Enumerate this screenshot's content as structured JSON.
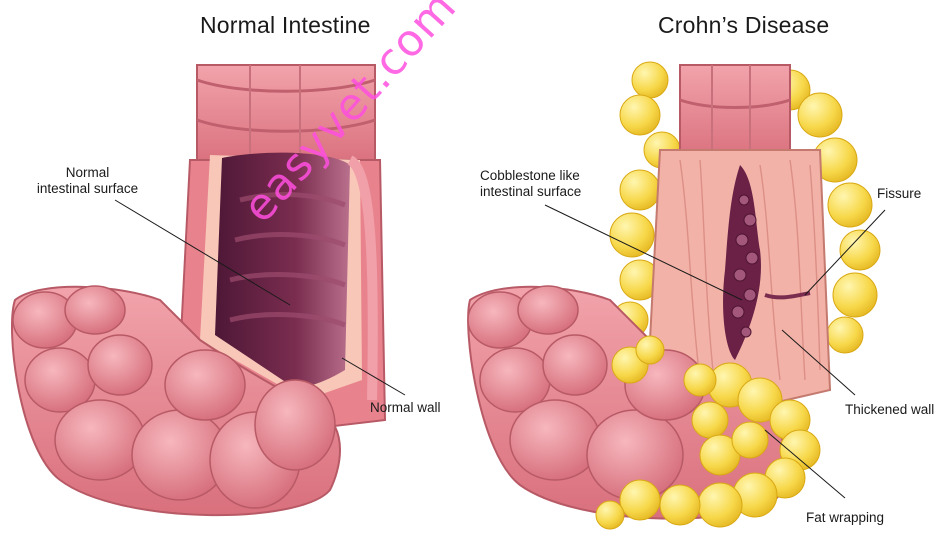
{
  "panels": {
    "left": {
      "title": "Normal Intestine",
      "labels": {
        "surface": [
          "Normal",
          "intestinal surface"
        ],
        "wall": "Normal wall"
      }
    },
    "right": {
      "title": "Crohn’s Disease",
      "labels": {
        "surface": [
          "Cobblestone like",
          "intestinal surface"
        ],
        "fissure": "Fissure",
        "wall": "Thickened wall",
        "fat": "Fat wrapping"
      }
    }
  },
  "watermark": "easyvet.com",
  "colors": {
    "tissue": "#e9868f",
    "tissue_light": "#f3a9ae",
    "tissue_dark": "#b85a66",
    "lumen": "#7a2d4f",
    "fat": "#f7d84a",
    "fat_dark": "#e2b51e",
    "wall_inner": "#f8c7b8"
  }
}
